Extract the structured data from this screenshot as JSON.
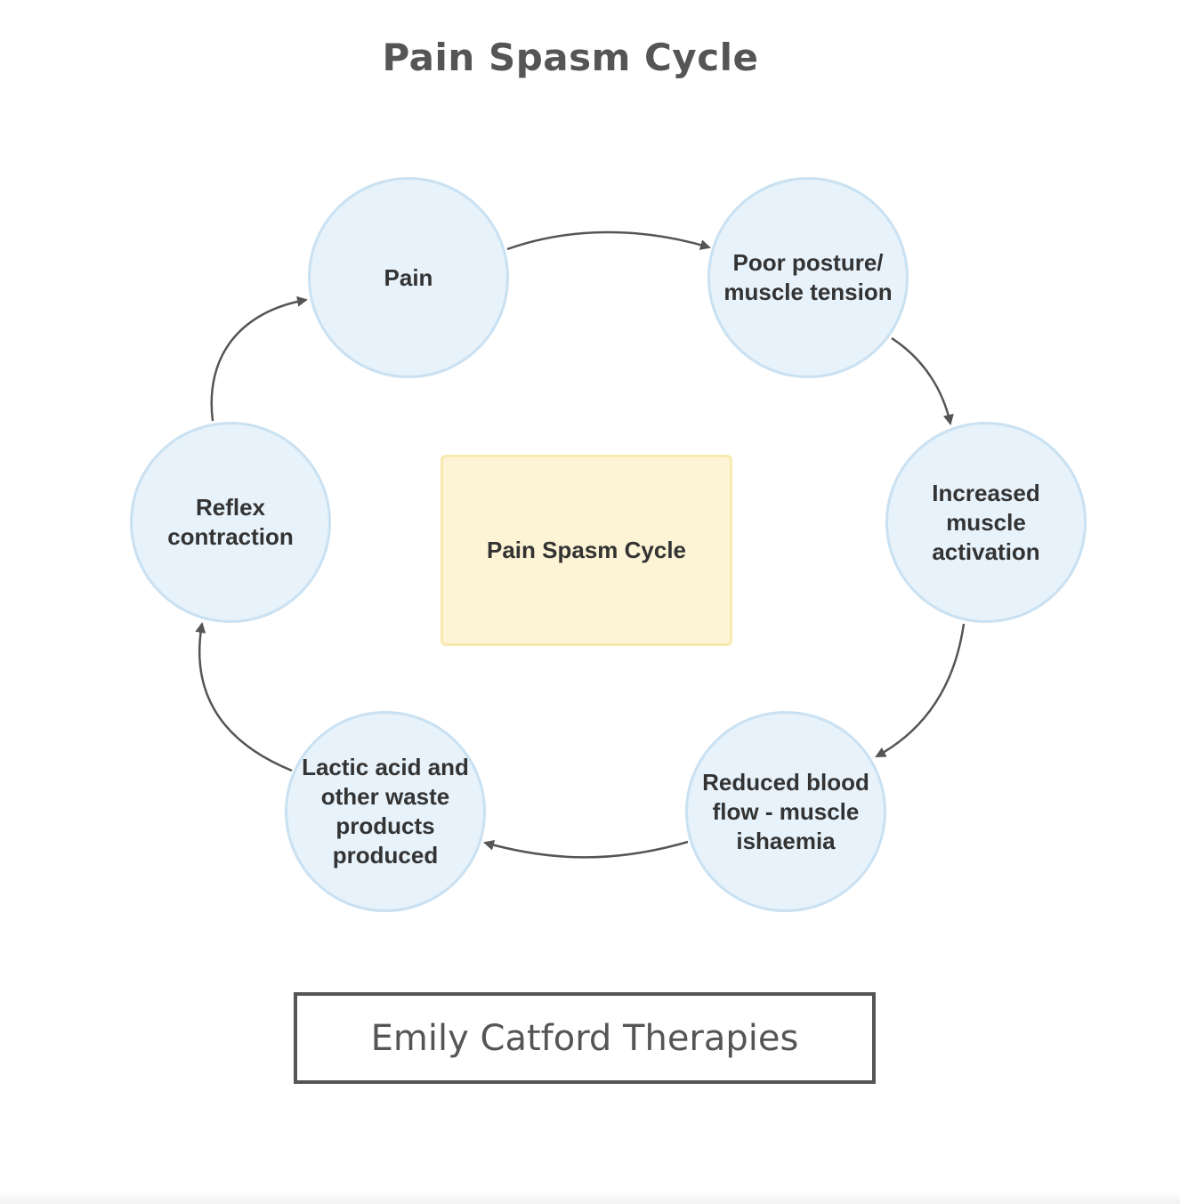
{
  "title": "Pain Spasm Cycle",
  "center_label": "Pain Spasm Cycle",
  "nodes": [
    {
      "id": "pain",
      "label": "Pain"
    },
    {
      "id": "poor-posture",
      "label": "Poor posture/ muscle tension"
    },
    {
      "id": "increased-activation",
      "label": "Increased muscle activation"
    },
    {
      "id": "reduced-blood-flow",
      "label": "Reduced blood flow - muscle ishaemia"
    },
    {
      "id": "lactic-acid",
      "label": "Lactic acid and other waste products produced"
    },
    {
      "id": "reflex-contraction",
      "label": "Reflex contraction"
    }
  ],
  "edges": [
    {
      "from": "pain",
      "to": "poor-posture"
    },
    {
      "from": "poor-posture",
      "to": "increased-activation"
    },
    {
      "from": "increased-activation",
      "to": "reduced-blood-flow"
    },
    {
      "from": "reduced-blood-flow",
      "to": "lactic-acid"
    },
    {
      "from": "lactic-acid",
      "to": "reflex-contraction"
    },
    {
      "from": "reflex-contraction",
      "to": "pain"
    }
  ],
  "footer": "Emily Catford Therapies",
  "colors": {
    "circle_fill": "#e7f2fa",
    "circle_border": "#c9e1f2",
    "center_fill": "#fdf4d5",
    "center_border": "#f8e9ae",
    "arrow": "#555555",
    "text": "#333333"
  }
}
